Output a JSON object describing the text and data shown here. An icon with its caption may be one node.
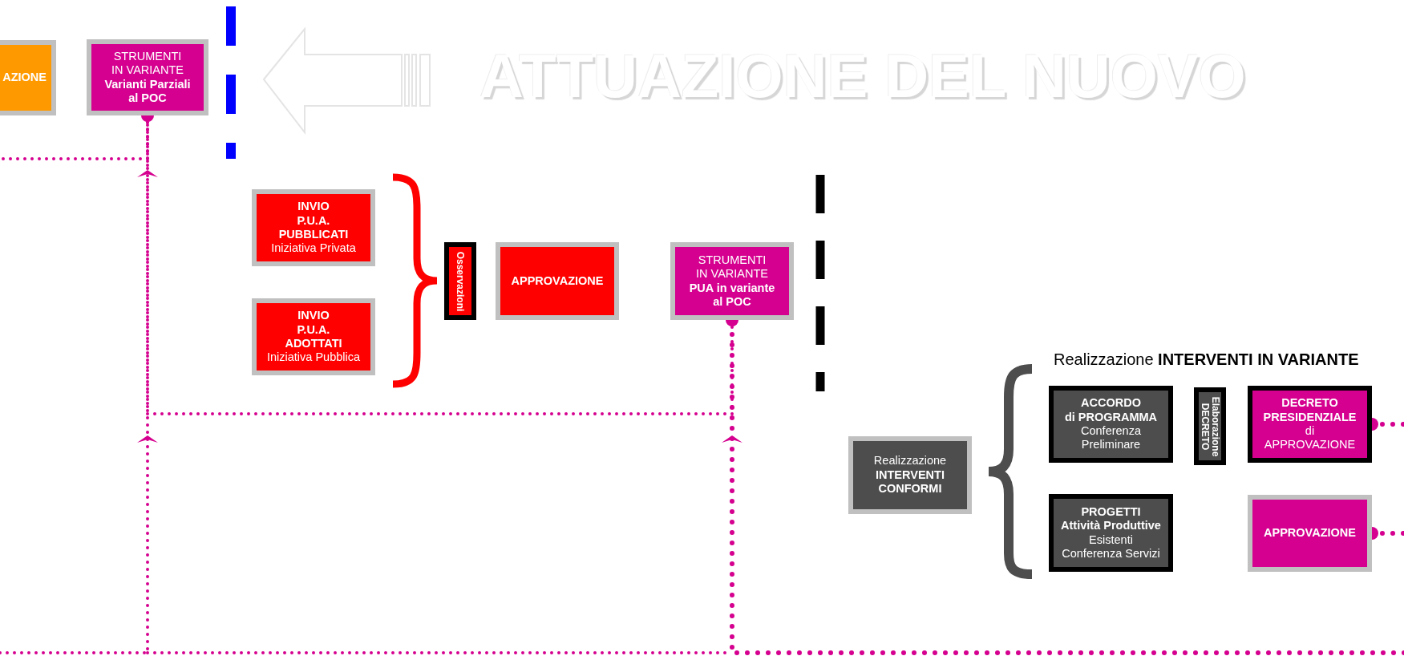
{
  "diagram": {
    "title": "ATTUAZIONE DEL NUOVO",
    "nodes": [
      {
        "text": [
          "AZIONE"
        ]
      },
      {
        "text": [
          "STRUMENTI IN VARIANTE",
          "Varianti Parziali al POC"
        ]
      },
      {
        "text": [
          "INVIO P.U.A. PUBBLICATI",
          "Iniziativa Privata"
        ]
      },
      {
        "text": [
          "INVIO P.U.A. ADOTTATI",
          "Iniziativa Pubblica"
        ]
      },
      {
        "text": [
          "Osservazioni"
        ]
      },
      {
        "text": [
          "APPROVAZIONE"
        ]
      },
      {
        "text": [
          "STRUMENTI IN VARIANTE",
          "PUA in variante al POC"
        ]
      },
      {
        "text": [
          "Realizzazione",
          "INTERVENTI CONFORMI"
        ]
      },
      {
        "text": [
          "ACCORDO di PROGRAMMA",
          "Conferenza Preliminare"
        ]
      },
      {
        "text": [
          "Elaborazione DECRETO"
        ]
      },
      {
        "text": [
          "DECRETO PRESIDENZIALE",
          "di APPROVAZIONE"
        ]
      },
      {
        "text": [
          "PROGETTI Attività Produttive",
          "Esistenti Conferenza Servizi"
        ]
      },
      {
        "text": [
          "APPROVAZIONE"
        ]
      }
    ],
    "edges": [
      {
        "from": 1,
        "to": null,
        "arrow": "other"
      },
      {
        "from": 6,
        "to": 1,
        "arrow": "to"
      },
      {
        "from": null,
        "to": 1,
        "arrow": "to"
      },
      {
        "from": null,
        "to": 6,
        "arrow": "to"
      },
      {
        "from": 10,
        "to": null,
        "arrow": "other"
      },
      {
        "from": 12,
        "to": null,
        "arrow": "other"
      }
    ],
    "labels": [
      "Realizzazione **INTERVENTI IN VARIANTE**"
    ]
  }
}
